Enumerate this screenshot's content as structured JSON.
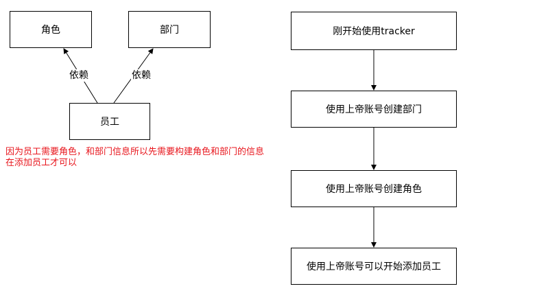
{
  "left_diagram": {
    "nodes": {
      "role": "角色",
      "department": "部门",
      "employee": "员工"
    },
    "edges": {
      "employee_to_role_label": "依赖",
      "employee_to_department_label": "依赖"
    },
    "note_lines": [
      "因为员工需要角色，和部门信息所以先需要构建角色和部门的信息",
      "在添加员工才可以"
    ]
  },
  "flowchart": {
    "steps": [
      "刚开始使用tracker",
      "使用上帝账号创建部门",
      "使用上帝账号创建角色",
      "使用上帝账号可以开始添加员工"
    ]
  },
  "colors": {
    "stroke": "#000000",
    "note_text": "#e8161d",
    "background": "#ffffff"
  }
}
